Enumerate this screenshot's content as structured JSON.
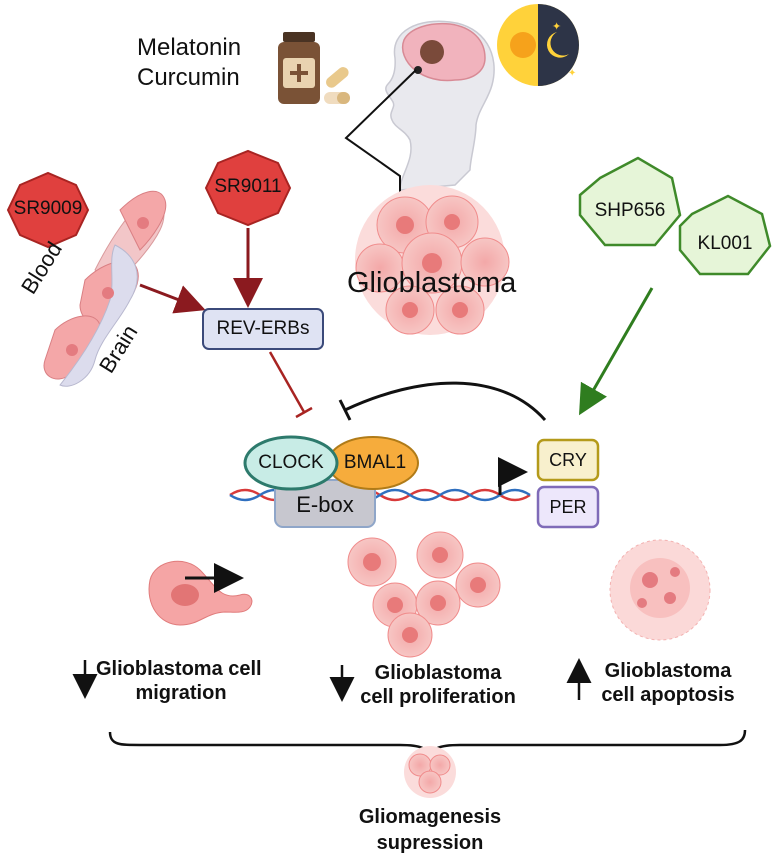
{
  "supplements": {
    "line1": "Melatonin",
    "line2": "Curcumin"
  },
  "tumor_label": "Glioblastoma",
  "agonists": {
    "sr9009": "SR9009",
    "sr9011": "SR9011",
    "color": "#e0403e"
  },
  "cry_stabilizers": {
    "shp656": "SHP656",
    "kl001": "KL001",
    "color": "#e6f5d8"
  },
  "barrier": {
    "blood": "Blood",
    "brain": "Brain"
  },
  "rev_erbs": "REV-ERBs",
  "clock": "CLOCK",
  "bmal1": "BMAL1",
  "ebox": "E-box",
  "cry": "CRY",
  "per": "PER",
  "outcomes": {
    "migration": {
      "line1": "Glioblastoma cell",
      "line2": "migration",
      "direction": "down"
    },
    "proliferation": {
      "line1": "Glioblastoma",
      "line2": "cell proliferation",
      "direction": "down"
    },
    "apoptosis": {
      "line1": "Glioblastoma",
      "line2": "cell apoptosis",
      "direction": "up"
    }
  },
  "final": {
    "line1": "Gliomagenesis",
    "line2": "supression"
  }
}
